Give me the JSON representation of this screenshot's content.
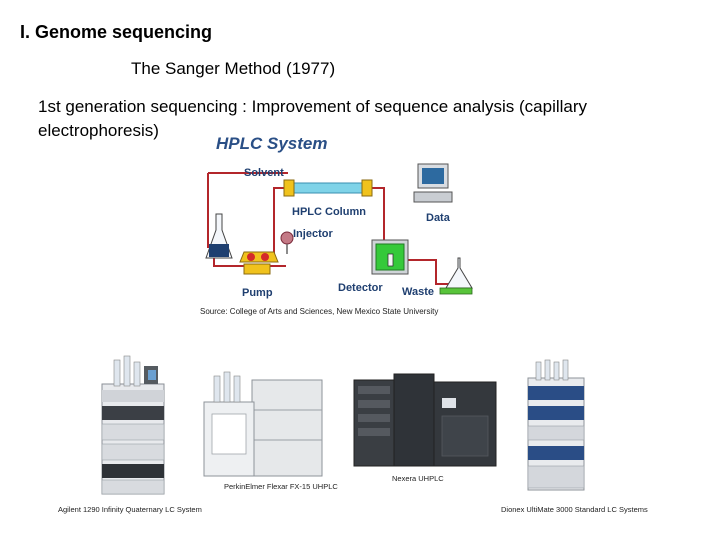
{
  "slide": {
    "heading": "I. Genome sequencing",
    "subheading": "The Sanger Method (1977)",
    "description": "1st generation sequencing : Improvement of sequence analysis (capillary electrophoresis)"
  },
  "diagram": {
    "title": "HPLC System",
    "labels": {
      "solvent": "Solvent",
      "hplc_column": "HPLC Column",
      "injector": "Injector",
      "data": "Data",
      "pump": "Pump",
      "detector": "Detector",
      "waste": "Waste"
    },
    "source": "Source: College of Arts and Sciences, New Mexico State University",
    "colors": {
      "tubing": "#b3262b",
      "column": "#7fd3e8",
      "detector": "#35c93a",
      "pump": "#f0c21d"
    }
  },
  "instruments": {
    "captions": {
      "agilent": "Agilent 1290 Infinity Quaternary LC System",
      "perkin": "PerkinElmer Flexar FX-15 UHPLC",
      "nexera": "Nexera UHPLC",
      "dionex": "Dionex UltiMate 3000 Standard LC Systems"
    }
  }
}
